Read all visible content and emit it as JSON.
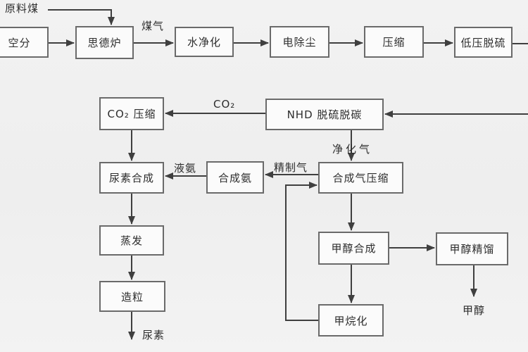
{
  "diagram": {
    "type": "process-flowchart",
    "description": "Coal-based methanol and urea co-production process flow diagram",
    "colors": {
      "background": "#f0f0f0",
      "node_fill": "#fbfbfb",
      "node_border": "#6a6a6a",
      "line": "#3f3f3f",
      "text": "#2d2d2d"
    },
    "nodes": [
      {
        "id": "air-separation",
        "label": "空分"
      },
      {
        "id": "side-furnace",
        "label": "思德炉"
      },
      {
        "id": "water-purification",
        "label": "水净化"
      },
      {
        "id": "electrostatic-precipitator",
        "label": "电除尘"
      },
      {
        "id": "compression",
        "label": "压缩"
      },
      {
        "id": "low-pressure-desulfurization",
        "label": "低压脱硫"
      },
      {
        "id": "co2-compression",
        "label": "CO₂ 压缩"
      },
      {
        "id": "nhd-desulfurization",
        "label": "NHD 脱硫脱碳"
      },
      {
        "id": "urea-synthesis",
        "label": "尿素合成"
      },
      {
        "id": "ammonia-synthesis",
        "label": "合成氨"
      },
      {
        "id": "syngas-compression",
        "label": "合成气压缩"
      },
      {
        "id": "evaporation",
        "label": "蒸发"
      },
      {
        "id": "methanol-synthesis",
        "label": "甲醇合成"
      },
      {
        "id": "methanol-distillation",
        "label": "甲醇精馏"
      },
      {
        "id": "granulation",
        "label": "造粒"
      },
      {
        "id": "methanation",
        "label": "甲烷化"
      }
    ],
    "stream_labels": [
      {
        "id": "raw-coal",
        "text": "原料煤"
      },
      {
        "id": "coal-gas",
        "text": "煤气"
      },
      {
        "id": "co2",
        "text": "CO₂"
      },
      {
        "id": "purified-gas",
        "text": "净化气"
      },
      {
        "id": "liquid-ammonia",
        "text": "液氨"
      },
      {
        "id": "refined-gas",
        "text": "精制气"
      },
      {
        "id": "urea-product",
        "text": "尿素"
      },
      {
        "id": "methanol-product",
        "text": "甲醇"
      }
    ],
    "edges": [
      {
        "from": "raw-coal-feed",
        "to": "side-furnace",
        "label": "原料煤"
      },
      {
        "from": "air-separation",
        "to": "side-furnace",
        "label": ""
      },
      {
        "from": "side-furnace",
        "to": "water-purification",
        "label": "煤气"
      },
      {
        "from": "water-purification",
        "to": "electrostatic-precipitator",
        "label": ""
      },
      {
        "from": "electrostatic-precipitator",
        "to": "compression",
        "label": ""
      },
      {
        "from": "compression",
        "to": "low-pressure-desulfurization",
        "label": ""
      },
      {
        "from": "low-pressure-desulfurization",
        "to": "nhd-desulfurization",
        "label": "",
        "note": "routed off right edge of image"
      },
      {
        "from": "nhd-desulfurization",
        "to": "co2-compression",
        "label": "CO₂"
      },
      {
        "from": "nhd-desulfurization",
        "to": "syngas-compression",
        "label": "净化气"
      },
      {
        "from": "co2-compression",
        "to": "urea-synthesis",
        "label": ""
      },
      {
        "from": "syngas-compression",
        "to": "ammonia-synthesis",
        "label": "精制气"
      },
      {
        "from": "ammonia-synthesis",
        "to": "urea-synthesis",
        "label": "液氨"
      },
      {
        "from": "urea-synthesis",
        "to": "evaporation",
        "label": ""
      },
      {
        "from": "evaporation",
        "to": "granulation",
        "label": ""
      },
      {
        "from": "granulation",
        "to": "urea-product-out",
        "label": "尿素"
      },
      {
        "from": "syngas-compression",
        "to": "methanol-synthesis",
        "label": ""
      },
      {
        "from": "methanol-synthesis",
        "to": "methanol-distillation",
        "label": ""
      },
      {
        "from": "methanol-synthesis",
        "to": "methanation",
        "label": ""
      },
      {
        "from": "methanation",
        "to": "syngas-compression",
        "label": "",
        "note": "recycle loop on left"
      },
      {
        "from": "methanol-distillation",
        "to": "methanol-product-out",
        "label": "甲醇"
      }
    ]
  }
}
